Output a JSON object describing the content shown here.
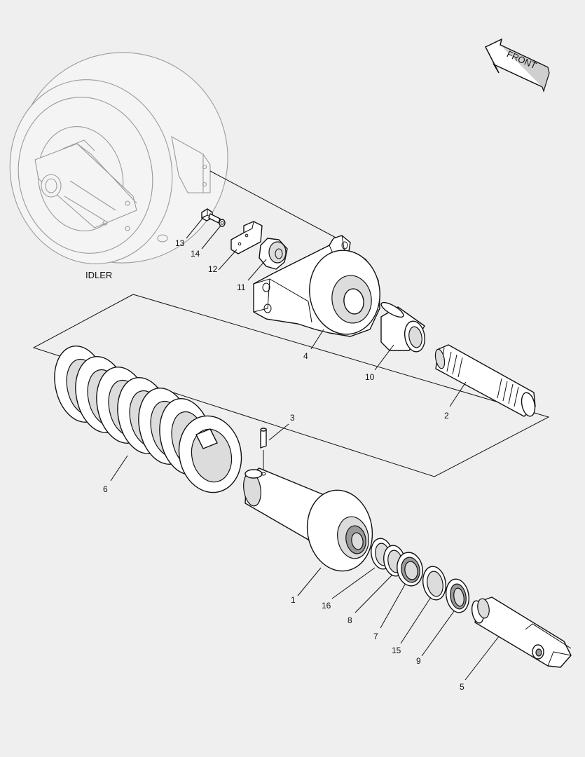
{
  "labels": {
    "front": "FRONT",
    "idler": "IDLER"
  },
  "callouts": [
    {
      "id": "13",
      "text": "13"
    },
    {
      "id": "14",
      "text": "14"
    },
    {
      "id": "12",
      "text": "12"
    },
    {
      "id": "11",
      "text": "11"
    },
    {
      "id": "4",
      "text": "4"
    },
    {
      "id": "10",
      "text": "10"
    },
    {
      "id": "2",
      "text": "2"
    },
    {
      "id": "3",
      "text": "3"
    },
    {
      "id": "6",
      "text": "6"
    },
    {
      "id": "1",
      "text": "1"
    },
    {
      "id": "16",
      "text": "16"
    },
    {
      "id": "8",
      "text": "8"
    },
    {
      "id": "7",
      "text": "7"
    },
    {
      "id": "15",
      "text": "15"
    },
    {
      "id": "9",
      "text": "9"
    },
    {
      "id": "5",
      "text": "5"
    }
  ]
}
